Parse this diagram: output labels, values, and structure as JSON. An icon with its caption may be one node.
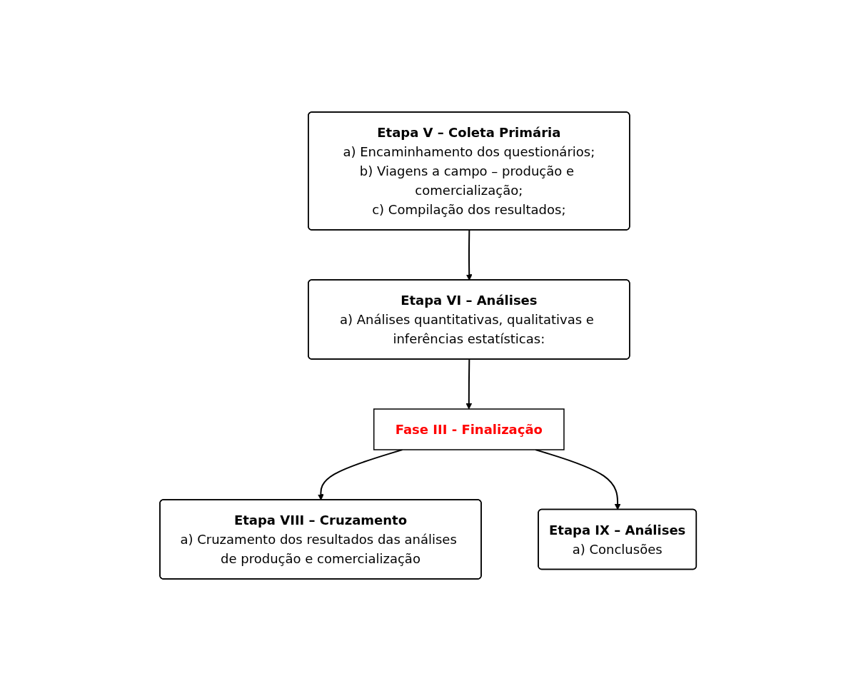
{
  "diagram": {
    "nodes": [
      {
        "text": [
          "Etapa V – Coleta Primária",
          "a) Encaminhamento dos questionários;",
          "b) Viagens a campo – produção e comercialização;",
          "c) Compilação dos resultados;"
        ]
      },
      {
        "text": [
          "Etapa VI – Análises",
          "a) Análises quantitativas, qualitativas e inferências estatísticas:"
        ]
      },
      {
        "text": [
          "Fase III - Finalização"
        ]
      },
      {
        "text": [
          "Etapa VIII – Cruzamento",
          "a) Cruzamento dos resultados das análises de produção e comercialização"
        ]
      },
      {
        "text": [
          "Etapa IX – Análises",
          "a) Conclusões"
        ]
      }
    ],
    "edges": [
      {
        "from": 0,
        "to": 1,
        "arrow": "to"
      },
      {
        "from": 1,
        "to": 2,
        "arrow": "to"
      },
      {
        "from": 2,
        "to": 3,
        "arrow": "to"
      },
      {
        "from": 2,
        "to": 4,
        "arrow": "to"
      }
    ]
  }
}
